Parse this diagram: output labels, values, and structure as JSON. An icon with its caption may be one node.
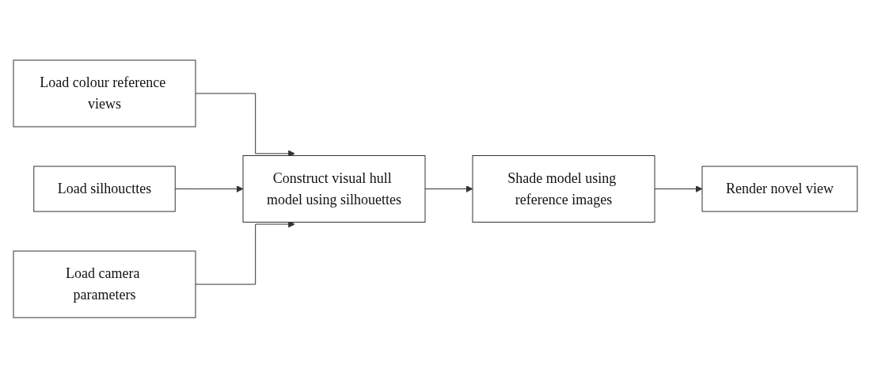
{
  "diagram": {
    "nodes": [
      {
        "text": [
          "Load colour reference views"
        ]
      },
      {
        "text": [
          "Load silhoucttes"
        ]
      },
      {
        "text": [
          "Load camera parameters"
        ]
      },
      {
        "text": [
          "Construct visual hull model using silhouettes"
        ]
      },
      {
        "text": [
          "Shade model using reference images"
        ]
      },
      {
        "text": [
          "Render novel view"
        ]
      }
    ],
    "edges": [
      {
        "from": 0,
        "to": 3,
        "arrow": "to"
      },
      {
        "from": 1,
        "to": 3,
        "arrow": "to"
      },
      {
        "from": 2,
        "to": 3,
        "arrow": "to"
      },
      {
        "from": 3,
        "to": 4,
        "arrow": "to"
      },
      {
        "from": 4,
        "to": 5,
        "arrow": "to"
      }
    ]
  }
}
